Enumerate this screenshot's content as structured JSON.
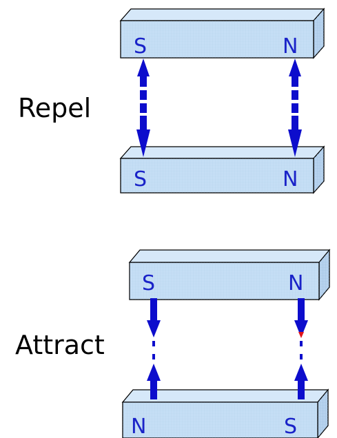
{
  "colors": {
    "magnet_front": "#c5def5",
    "magnet_top": "#d6e8f9",
    "magnet_side": "#b6d2ee",
    "arrow": "#0d0dcc",
    "arrow_tip_accent": "#e0121a",
    "pole_text": "#1a23c8"
  },
  "repel": {
    "label": "Repel",
    "top_magnet": {
      "left_pole": "S",
      "right_pole": "N"
    },
    "bottom_magnet": {
      "left_pole": "S",
      "right_pole": "N"
    }
  },
  "attract": {
    "label": "Attract",
    "top_magnet": {
      "left_pole": "S",
      "right_pole": "N"
    },
    "bottom_magnet": {
      "left_pole": "N",
      "right_pole": "S"
    }
  }
}
